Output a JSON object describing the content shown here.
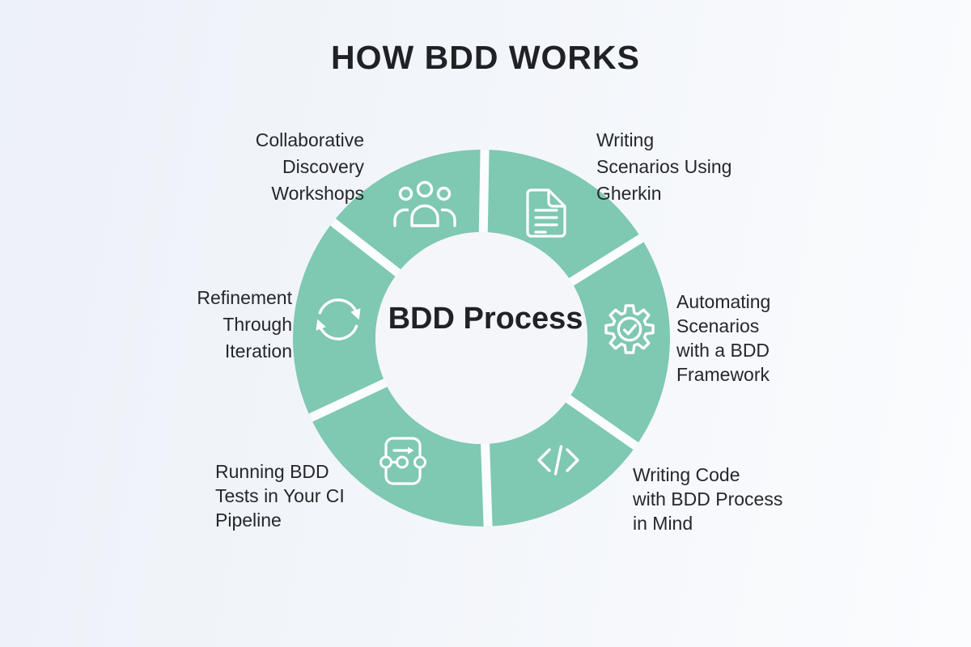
{
  "title": "HOW BDD WORKS",
  "center_label": {
    "line1": "BDD",
    "line2": "Process"
  },
  "colors": {
    "background": "#f3f6fa",
    "ring_green": "#7fc8b2",
    "gap_white": "#fafcfe",
    "text_dark": "#26272c",
    "icon_white": "#ffffff"
  },
  "diagram_type": "circular-process",
  "steps": [
    {
      "name": "collaborative-discovery-workshops",
      "icon": "team-icon",
      "lines": [
        "Collaborative",
        "Discovery",
        "Workshops"
      ]
    },
    {
      "name": "writing-scenarios-using-gherkin",
      "icon": "document-icon",
      "lines": [
        "Writing",
        "Scenarios Using",
        "Gherkin"
      ]
    },
    {
      "name": "automating-scenarios-bdd-framework",
      "icon": "gear-check-icon",
      "lines": [
        "Automating",
        "Scenarios",
        "with a BDD",
        "Framework"
      ]
    },
    {
      "name": "writing-code-with-bdd-in-mind",
      "icon": "code-icon",
      "lines": [
        "Writing Code",
        "with BDD Process",
        "in Mind"
      ]
    },
    {
      "name": "running-bdd-tests-in-ci-pipeline",
      "icon": "pipeline-icon",
      "lines": [
        "Running BDD",
        "Tests in Your CI",
        "Pipeline"
      ]
    },
    {
      "name": "refinement-through-iteration",
      "icon": "sync-icon",
      "lines": [
        "Refinement",
        "Through",
        "Iteration"
      ]
    }
  ]
}
